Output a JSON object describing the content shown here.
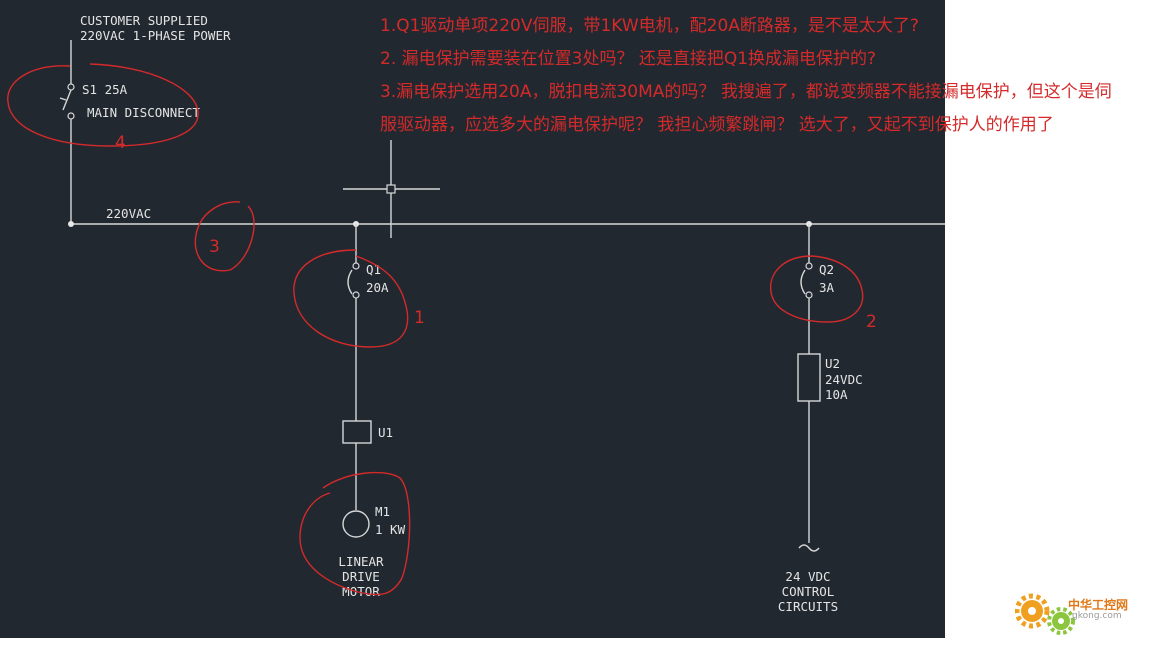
{
  "diagram": {
    "power_title_line1": "CUSTOMER SUPPLIED",
    "power_title_line2": "220VAC 1-PHASE POWER",
    "s1_label": "S1 25A",
    "s1_desc": "MAIN DISCONNECT",
    "bus_label": "220VAC",
    "q1_name": "Q1",
    "q1_rating": "20A",
    "q2_name": "Q2",
    "q2_rating": "3A",
    "u1_name": "U1",
    "u2_name": "U2",
    "u2_voltage": "24VDC",
    "u2_rating": "10A",
    "m1_name": "M1",
    "m1_power": "1 KW",
    "motor_line1": "LINEAR",
    "motor_line2": "DRIVE",
    "motor_line3": "MOTOR",
    "ctrl_line1": "24 VDC",
    "ctrl_line2": "CONTROL",
    "ctrl_line3": "CIRCUITS"
  },
  "annotations": {
    "mark_1": "1",
    "mark_2": "2",
    "mark_3": "3",
    "mark_4": "4",
    "question_1": "1.Q1驱动单项220V伺服，带1KW电机，配20A断路器，是不是太大了?",
    "question_2": "2. 漏电保护需要装在位置3处吗？ 还是直接把Q1换成漏电保护的?",
    "question_3": "3.漏电保护选用20A，脱扣电流30MA的吗？ 我搜遍了，都说变频器不能接漏电保护，但这个是伺服驱动器，应选多大的漏电保护呢？ 我担心频繁跳闸？ 选大了，又起不到保护人的作用了"
  },
  "watermark": {
    "brand": "中华工控网",
    "url": "gkong.com"
  },
  "colors": {
    "background": "#212830",
    "wire": "#d8d8d8",
    "annotation": "#d42a2a"
  }
}
